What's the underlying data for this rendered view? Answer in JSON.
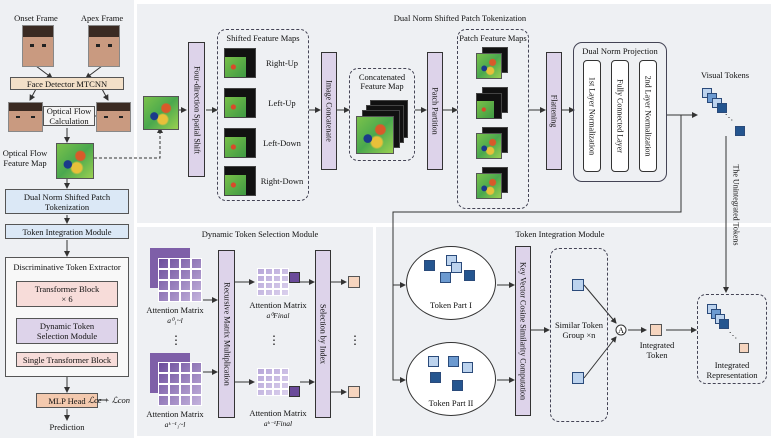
{
  "colors": {
    "panel_bg": "#eef0f3",
    "module_blue": "#dbe8f6",
    "module_purple": "#ddd3ea",
    "module_pink": "#f7dcd9",
    "face_detector": "#f3e0c8",
    "token_dark": "#24558f",
    "token_light": "#bcd3ee",
    "integrated_token": "#f6d5bf"
  },
  "left": {
    "onset_frame": "Onset Frame",
    "apex_frame": "Apex Frame",
    "face_detector": "Face Detector MTCNN",
    "optical_flow_calc_1": "Optical Flow",
    "optical_flow_calc_2": "Calculation",
    "flow_map_1": "Optical Flow",
    "flow_map_2": "Feature Map",
    "dual_norm_1": "Dual Norm Shifted Patch",
    "dual_norm_2": "Tokenization",
    "token_integration": "Token Integration Module",
    "discriminative": "Discriminative Token Extractor",
    "transformer_1": "Transformer Block",
    "transformer_2": "× 6",
    "dynamic_1": "Dynamic Token",
    "dynamic_2": "Selection Module",
    "single_transformer": "Single Transformer Block",
    "mlp_head": "MLP Head",
    "loss": "ℒce + ℒcon",
    "prediction": "Prediction"
  },
  "top": {
    "title": "Dual Norm Shifted Patch Tokenization",
    "four_direction": "Four-direction Spatial Shift",
    "shifted_maps": "Shifted Feature Maps",
    "right_up": "Right-Up",
    "left_up": "Left-Up",
    "left_down": "Left-Down",
    "right_down": "Right-Down",
    "image_concatenate": "Image Concatenate",
    "concat_1": "Concatenated",
    "concat_2": "Feature Map",
    "patch_partition": "Patch Partition",
    "patch_maps": "Patch Feature Maps",
    "flattening": "Flattening",
    "dual_norm_projection": "Dual Norm Projection",
    "layer_norm_1": "1st Layer Normalization",
    "fully_connected": "Fully Connected Layer",
    "layer_norm_2": "2nd Layer Normalization",
    "visual_tokens": "Visual Tokens",
    "unintegrated": "The Unintegrated Tokens"
  },
  "dtsm": {
    "title": "Dynamic Token Selection Module",
    "attention_matrix": "Attention Matrix",
    "a_top": "a⁰₁~l",
    "a_bottom": "aᵏ⁻¹₁~l",
    "final_top": "a⁰Final",
    "final_bottom": "aᵏ⁻¹Final",
    "recursive": "Recursive Matrix Multiplication",
    "selection": "Selection by Index",
    "ellipsis": "⋮"
  },
  "tim": {
    "title": "Token Integration Module",
    "part1": "Token Part I",
    "part2": "Token Part II",
    "kv_cosine": "Key Vector Cosine Similarity Computation",
    "similar_1": "Similar Token",
    "similar_2": "Group ×n",
    "integrated_token_1": "Integrated",
    "integrated_token_2": "Token",
    "integrated_rep_1": "Integrated",
    "integrated_rep_2": "Representation"
  }
}
